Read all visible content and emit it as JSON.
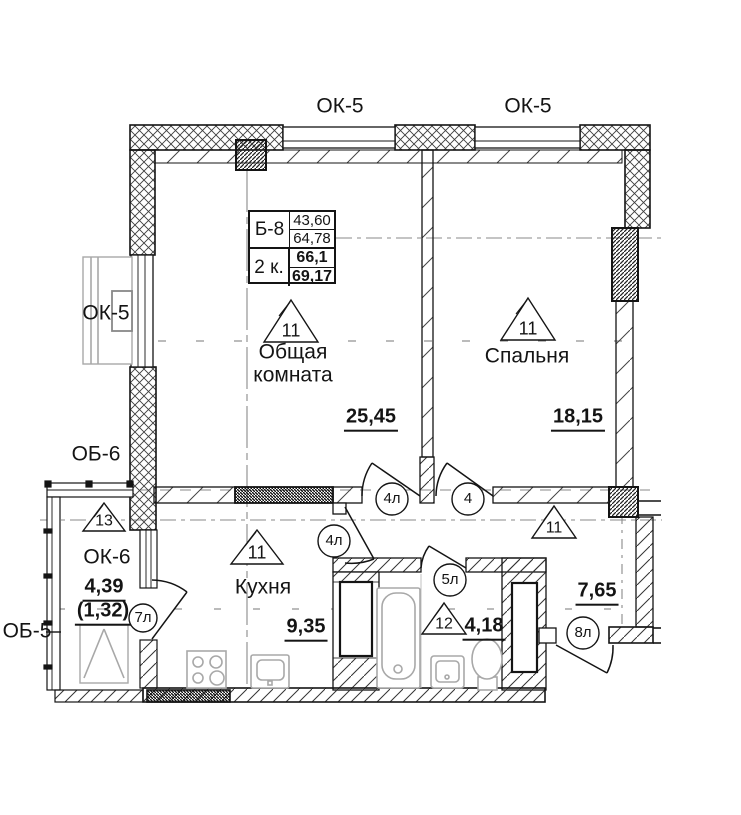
{
  "floor_plan": {
    "title_block": {
      "unit": "Б-8",
      "room_count": "2 к.",
      "value_1": "43,60",
      "value_2": "64,78",
      "value_3": "66,1",
      "value_4": "69,17"
    },
    "window_labels": {
      "ok5_top_left": "ОК-5",
      "ok5_top_right": "ОК-5",
      "ok5_left": "ОК-5",
      "ob6": "ОБ-6",
      "ok6": "ОК-6",
      "ob5": "ОБ-5"
    },
    "rooms": {
      "living": {
        "name": "Общая комната",
        "area": "25,45",
        "marker": "11"
      },
      "bedroom": {
        "name": "Спальня",
        "area": "18,15",
        "marker": "11"
      },
      "kitchen": {
        "name": "Кухня",
        "area": "9,35",
        "marker": "11"
      },
      "bathroom": {
        "area": "4,18",
        "marker": "12"
      },
      "hallway": {
        "area": "7,65",
        "marker": "11"
      },
      "balcony": {
        "area": "4,39",
        "area_reduced": "(1,32)",
        "marker": "13"
      }
    },
    "door_marks": {
      "living_door": "4л",
      "bedroom_door": "4",
      "kitchen_door": "4л",
      "bathroom_door": "5л",
      "balcony_door": "7л",
      "entrance_door": "8л"
    },
    "colors": {
      "line": "#141414",
      "fixture_gray": "#a8a8a8",
      "centerline_gray": "#8a8a8a"
    }
  }
}
